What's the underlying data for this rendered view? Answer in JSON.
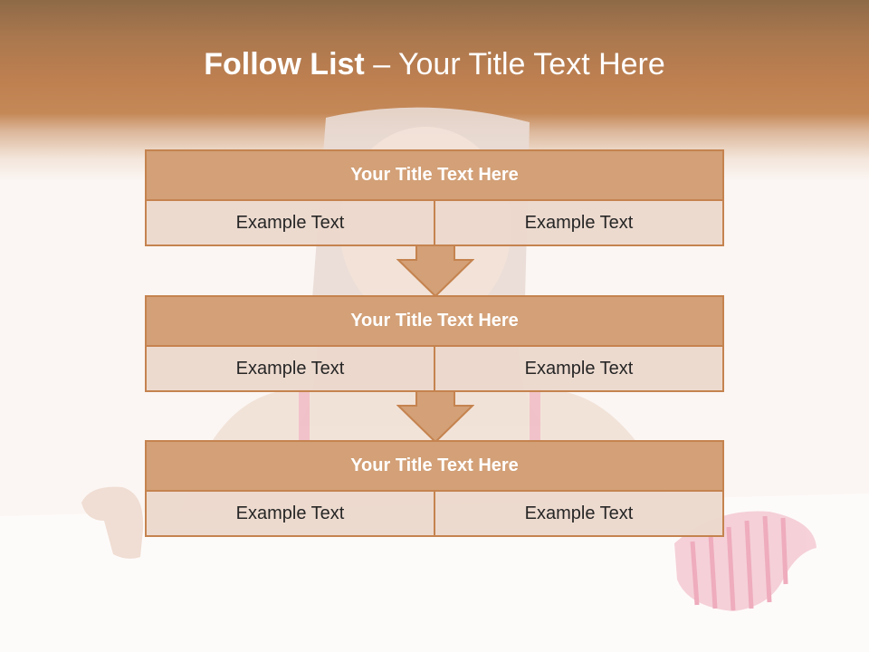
{
  "slide": {
    "title_bold": "Follow List",
    "title_rest": " – Your Title Text Here"
  },
  "blocks": [
    {
      "title": "Your Title Text Here",
      "cells": [
        "Example Text",
        "Example Text"
      ]
    },
    {
      "title": "Your Title Text Here",
      "cells": [
        "Example Text",
        "Example Text"
      ]
    },
    {
      "title": "Your Title Text Here",
      "cells": [
        "Example Text",
        "Example Text"
      ]
    }
  ],
  "colors": {
    "header": "#c48857",
    "block_title_fill": "#d3a077",
    "block_border": "#c5834f",
    "cell_fill": "#ecd8cc",
    "title_text": "#ffffff",
    "body_text": "#262626"
  },
  "icons": [
    "down-arrow-icon",
    "down-arrow-icon"
  ]
}
